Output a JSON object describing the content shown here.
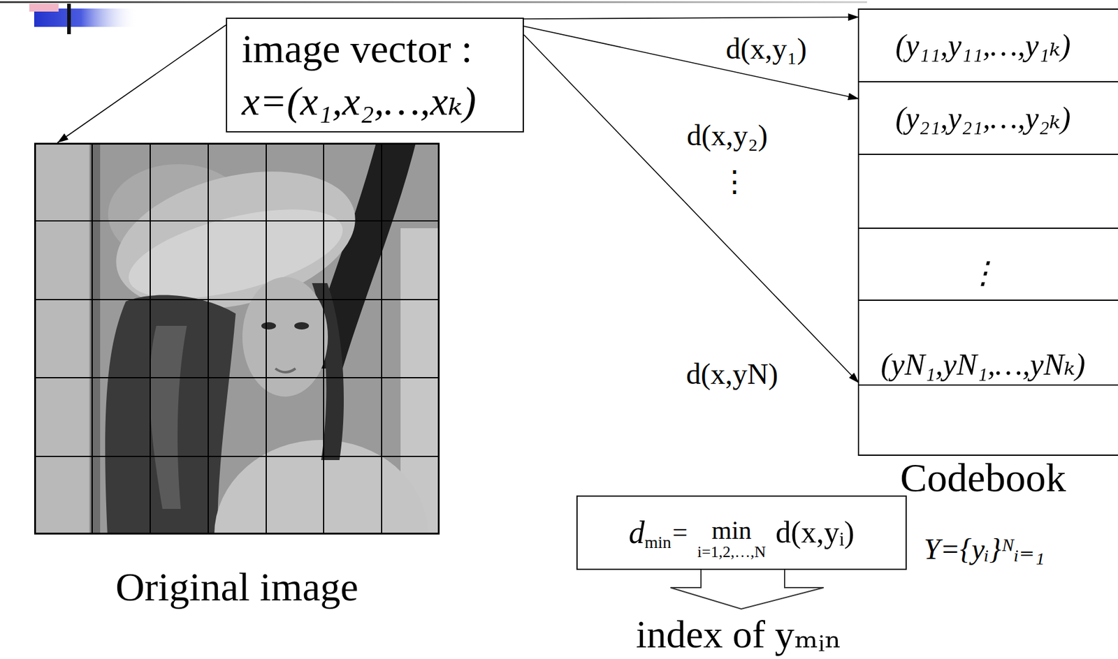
{
  "diagram": {
    "nodes": [
      {
        "text": [
          "image vector :",
          "x=(x₁,x₂,…,xₖ)"
        ]
      },
      {
        "text": [
          "Original image"
        ]
      },
      {
        "text": [
          "Codebook"
        ]
      },
      {
        "text": [
          "(y₁₁,y₁₁,…,y₁ₖ)"
        ],
        "in": 2
      },
      {
        "text": [
          "(y₂₁,y₂₁,…,y₂ₖ)"
        ],
        "in": 2
      },
      {
        "text": [
          "⋮"
        ],
        "in": 2
      },
      {
        "text": [
          "(yN₁,yN₁,…,yNₖ)"
        ],
        "in": 2
      },
      {
        "text": [
          "d",
          "min",
          "=",
          "min",
          "i=1,2,…,N",
          "d(x,yᵢ)"
        ]
      }
    ],
    "edges": [
      {
        "from": 0,
        "to": 1,
        "arrow": "to"
      },
      {
        "from": 0,
        "to": 3,
        "arrow": "to"
      },
      {
        "from": 0,
        "to": 4,
        "arrow": "to"
      },
      {
        "from": 0,
        "to": 6,
        "arrow": "to"
      }
    ],
    "labels": [
      "d(x,y₁)",
      "d(x,y₂)",
      "⋮",
      "d(x,yN)",
      "Y={yᵢ}ᴺᵢ₌₁",
      "index of yₘᵢₙ"
    ]
  }
}
